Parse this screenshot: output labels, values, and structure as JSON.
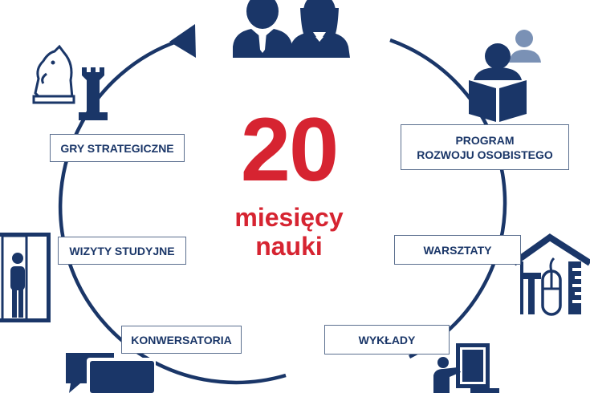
{
  "colors": {
    "navy": "#1a3668",
    "red": "#d62431",
    "steel": "#7a91b5",
    "border": "#5b6f8f"
  },
  "center": {
    "number": "20",
    "line1": "miesięcy",
    "line2": "nauki"
  },
  "labels": {
    "gry": "GRY STRATEGICZNE",
    "program_line1": "PROGRAM",
    "program_line2": "ROZWOJU OSOBISTEGO",
    "wizyty": "WIZYTY STUDYJNE",
    "warsztaty": "WARSZTATY",
    "konwersatoria": "KONWERSATORIA",
    "wyklady": "WYKŁADY"
  },
  "icons": [
    "students-icon",
    "chess-icon",
    "reading-person-icon",
    "door-person-icon",
    "house-tools-icon",
    "chat-bubbles-icon",
    "lecture-board-icon"
  ]
}
